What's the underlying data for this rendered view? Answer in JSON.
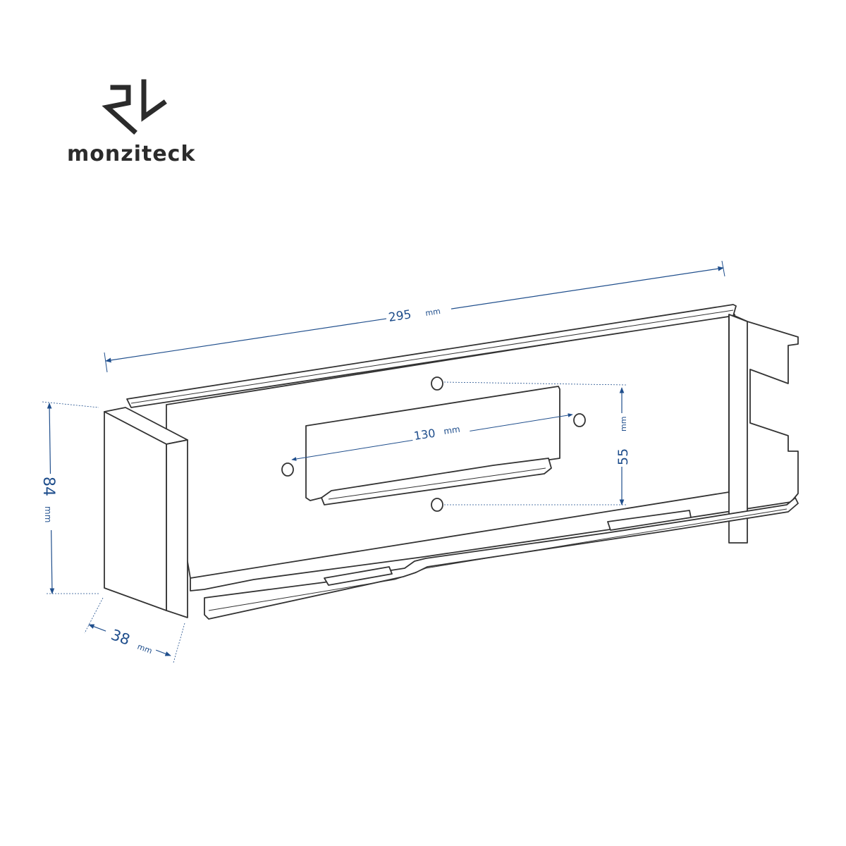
{
  "brand": {
    "name": "monziteck"
  },
  "dimensions": {
    "length": {
      "value": "295",
      "unit": "mm"
    },
    "height": {
      "value": "84",
      "unit": "mm"
    },
    "depth": {
      "value": "38",
      "unit": "mm"
    },
    "hole_spacing_horizontal": {
      "value": "130",
      "unit": "mm"
    },
    "hole_spacing_vertical": {
      "value": "55",
      "unit": "mm"
    }
  },
  "colors": {
    "dimension": "#1f4e8c",
    "outline": "#333333",
    "fill": "#ffffff"
  }
}
